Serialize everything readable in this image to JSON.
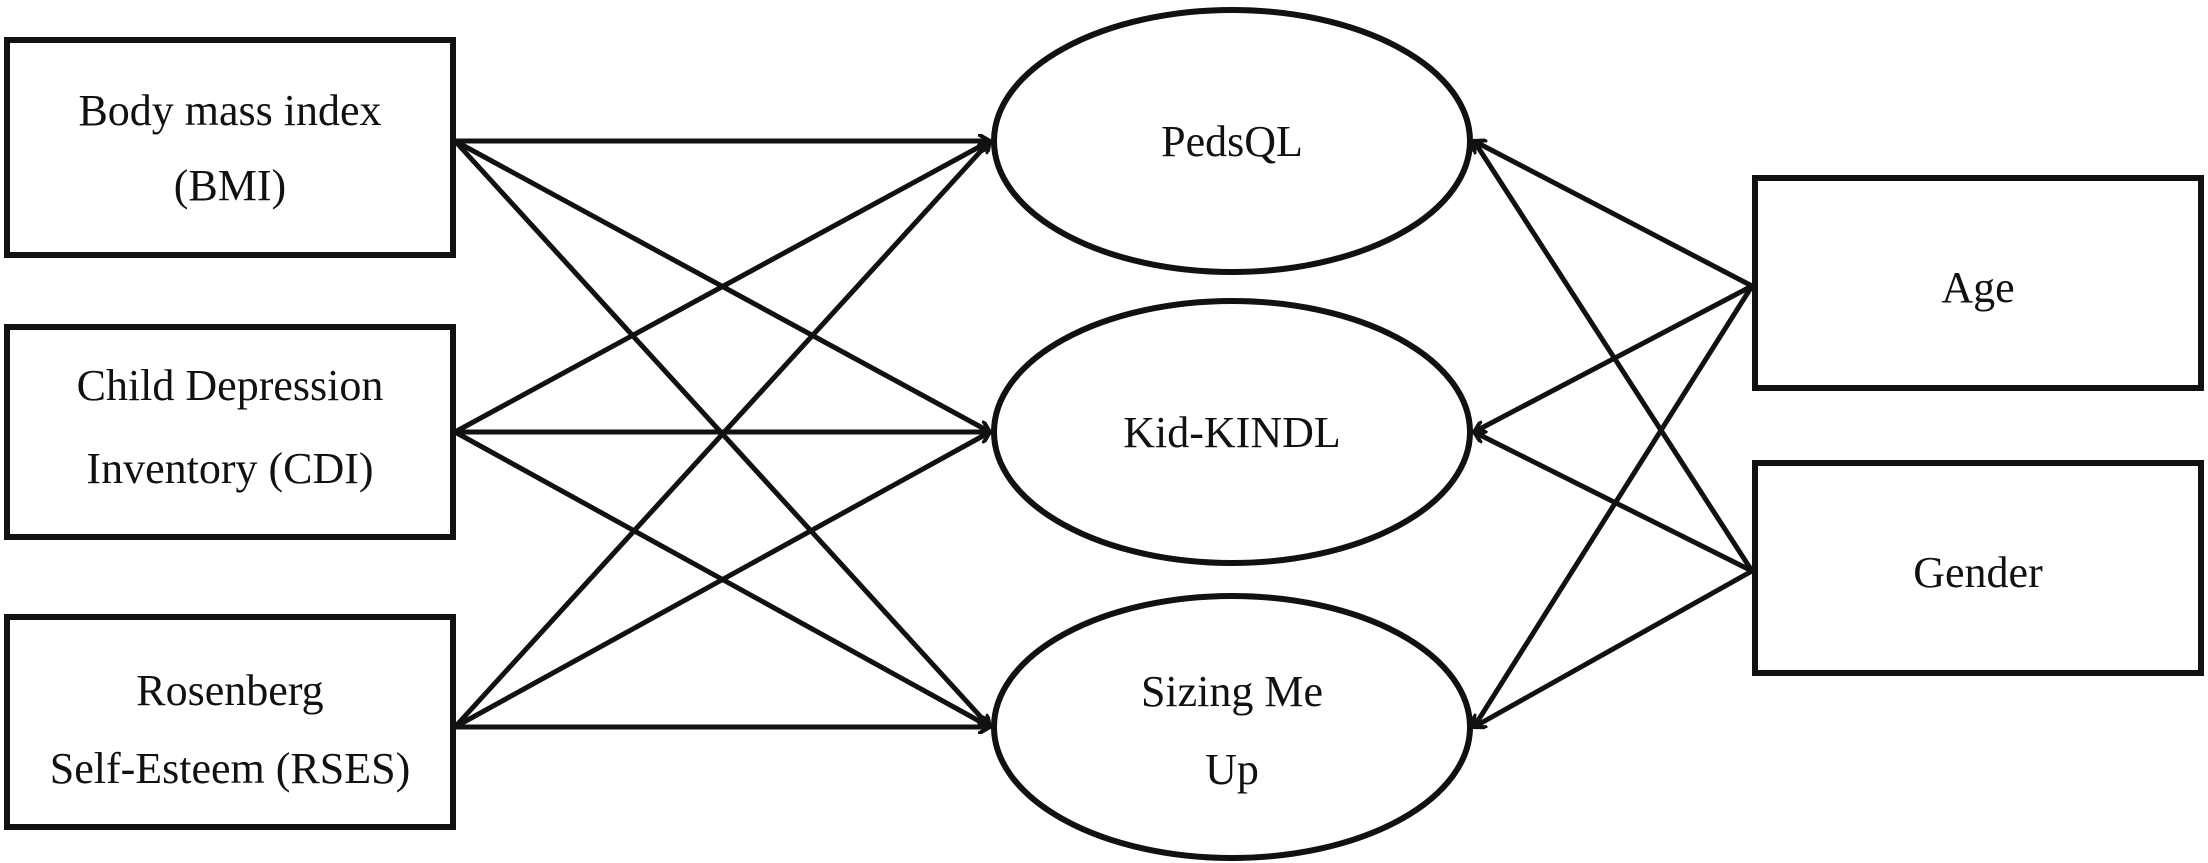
{
  "predictors": [
    {
      "id": "bmi",
      "lines": [
        "Body mass index",
        "(BMI)"
      ]
    },
    {
      "id": "cdi",
      "lines": [
        "Child Depression",
        "Inventory (CDI)"
      ]
    },
    {
      "id": "rses",
      "lines": [
        "Rosenberg",
        "Self-Esteem (RSES)"
      ]
    }
  ],
  "outcomes": [
    {
      "id": "pedsql",
      "lines": [
        "PedsQL"
      ]
    },
    {
      "id": "kindl",
      "lines": [
        "Kid-KINDL"
      ]
    },
    {
      "id": "smu",
      "lines": [
        "Sizing Me",
        "Up"
      ]
    }
  ],
  "covariates": [
    {
      "id": "age",
      "lines": [
        "Age"
      ]
    },
    {
      "id": "gender",
      "lines": [
        "Gender"
      ]
    }
  ],
  "edges": [
    [
      "bmi",
      "pedsql"
    ],
    [
      "bmi",
      "kindl"
    ],
    [
      "bmi",
      "smu"
    ],
    [
      "cdi",
      "pedsql"
    ],
    [
      "cdi",
      "kindl"
    ],
    [
      "cdi",
      "smu"
    ],
    [
      "rses",
      "pedsql"
    ],
    [
      "rses",
      "kindl"
    ],
    [
      "rses",
      "smu"
    ],
    [
      "age",
      "pedsql"
    ],
    [
      "age",
      "kindl"
    ],
    [
      "age",
      "smu"
    ],
    [
      "gender",
      "pedsql"
    ],
    [
      "gender",
      "kindl"
    ],
    [
      "gender",
      "smu"
    ]
  ]
}
